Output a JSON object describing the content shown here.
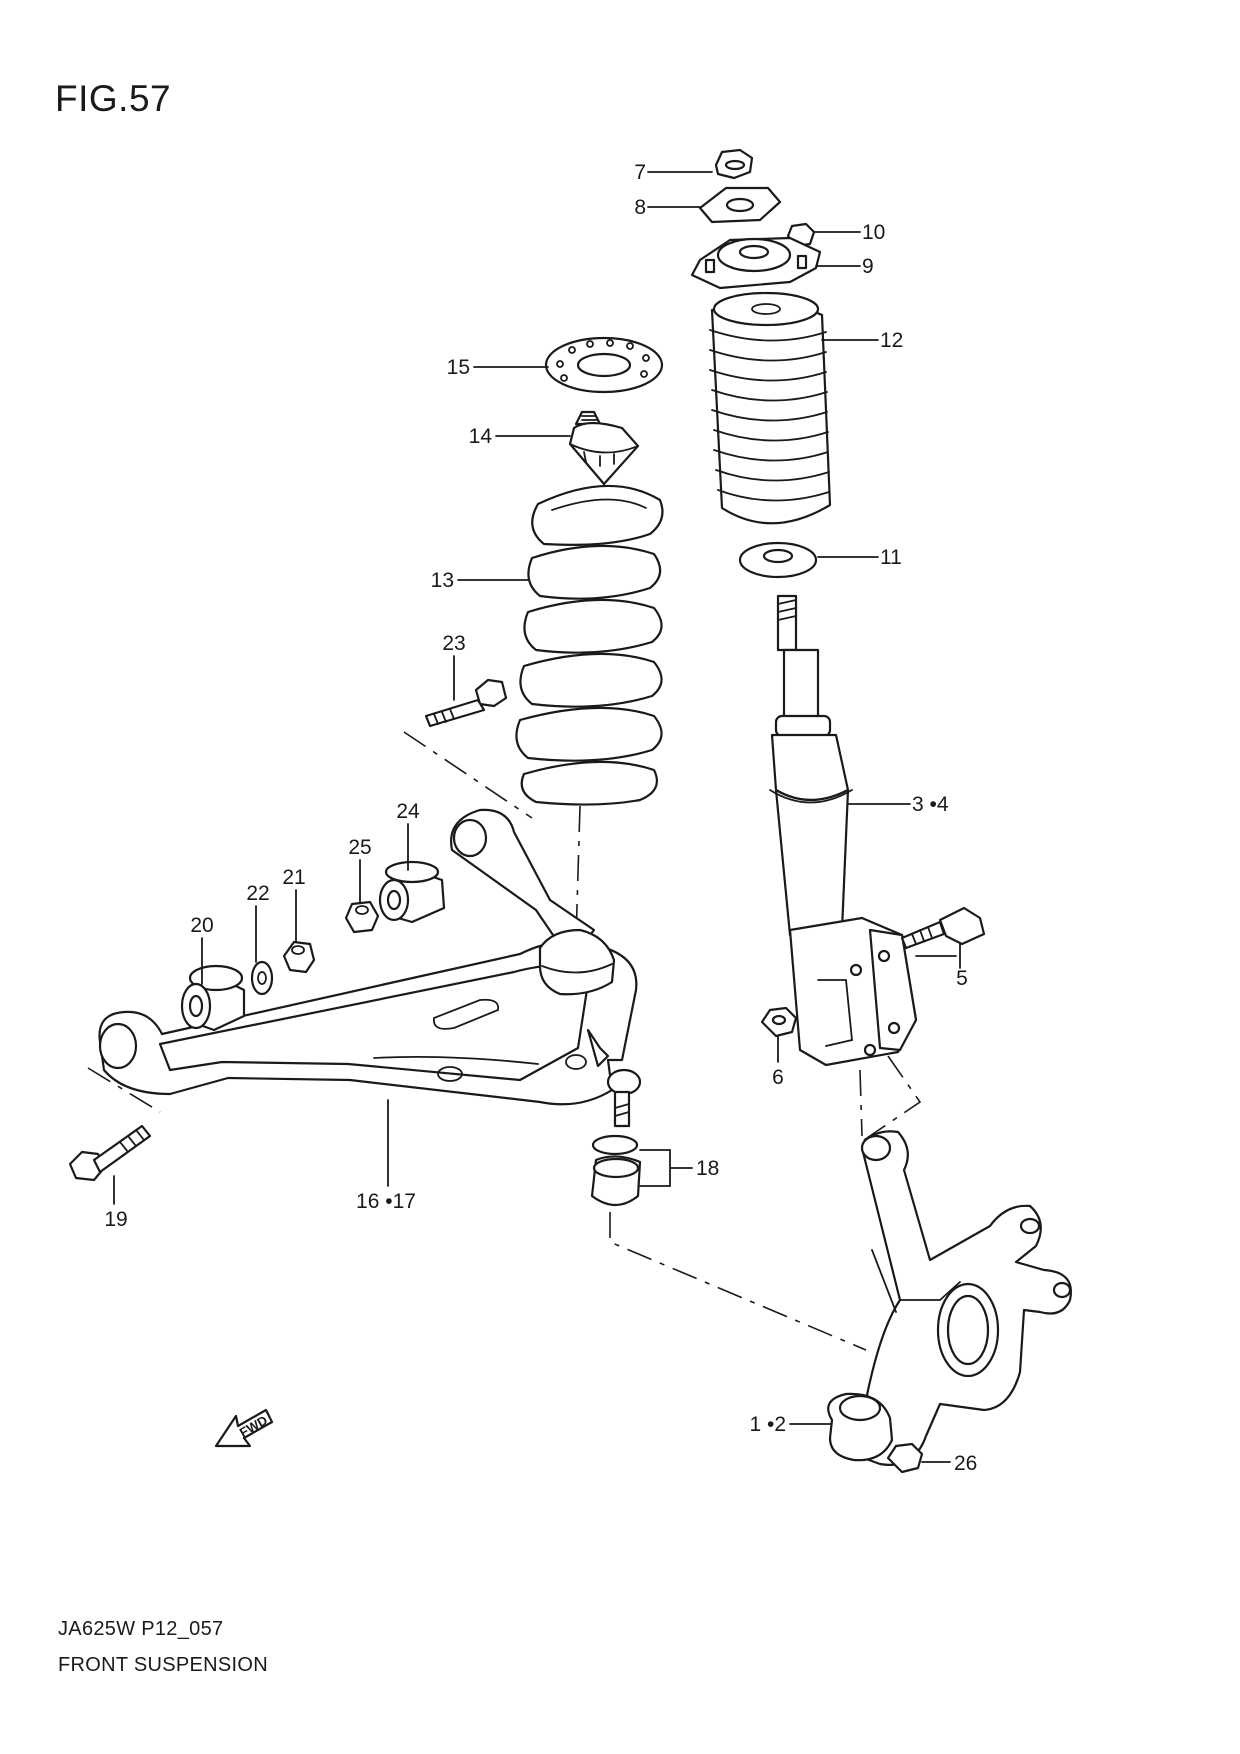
{
  "figure": {
    "title": "FIG.57",
    "code": "JA625W P12_057",
    "name": "FRONT SUSPENSION",
    "fwd_label": "FWD"
  },
  "callouts": {
    "c1_2": "1 •2",
    "c3_4": "3 •4",
    "c5": "5",
    "c6": "6",
    "c7": "7",
    "c8": "8",
    "c9": "9",
    "c10": "10",
    "c11": "11",
    "c12": "12",
    "c13": "13",
    "c14": "14",
    "c15": "15",
    "c16_17": "16 •17",
    "c18": "18",
    "c19": "19",
    "c20": "20",
    "c21": "21",
    "c22": "22",
    "c23": "23",
    "c24": "24",
    "c25": "25",
    "c26": "26"
  },
  "icons": [
    "fwd-arrow-icon"
  ]
}
